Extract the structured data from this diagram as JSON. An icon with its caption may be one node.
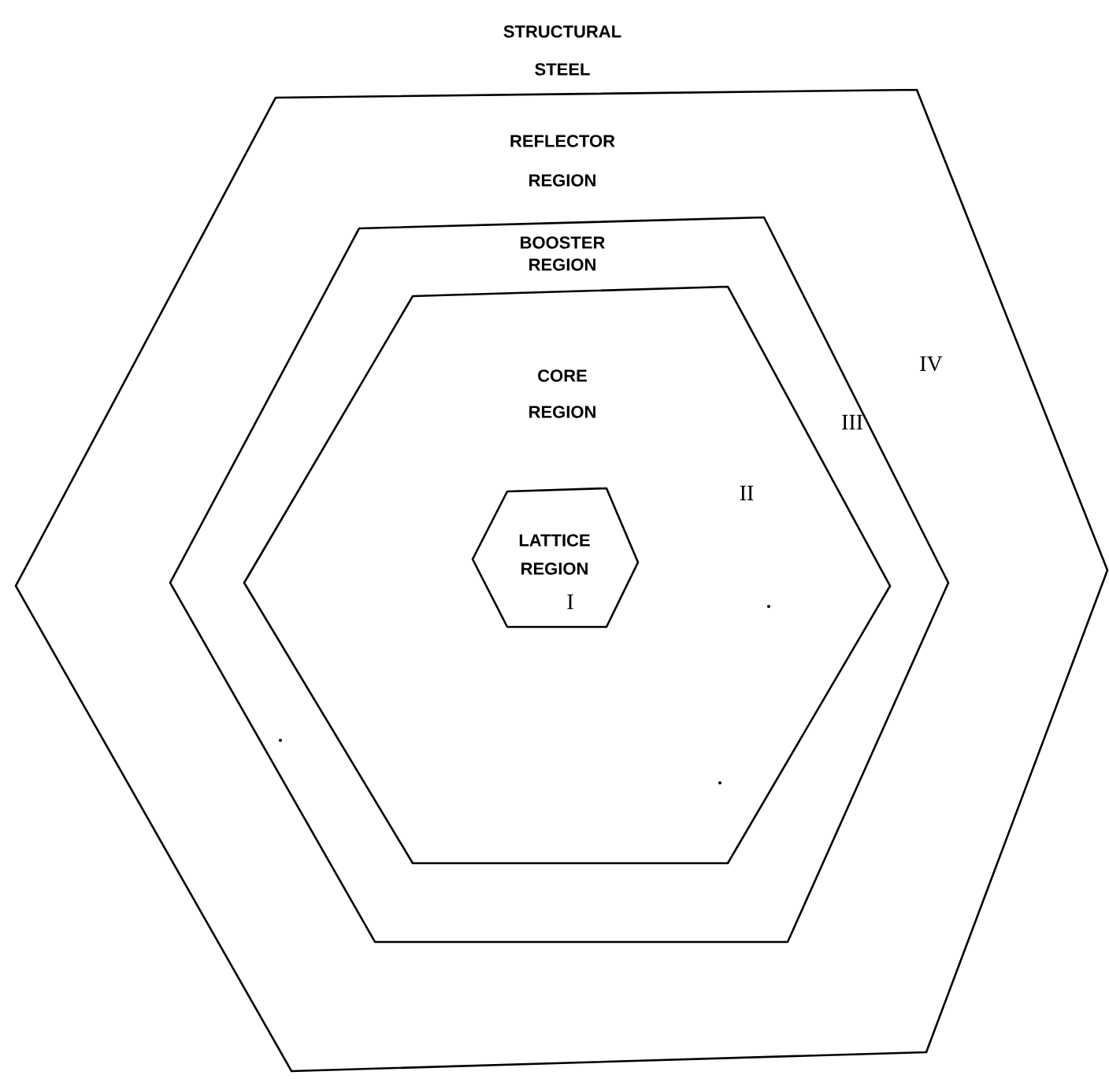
{
  "diagram": {
    "nodes": [
      {
        "text": [
          "REFLECTOR REGION",
          "IV"
        ],
        "beside": [
          "STRUCTURAL STEEL"
        ]
      },
      {
        "text": [
          "BOOSTER REGION",
          "III"
        ],
        "in": 0
      },
      {
        "text": [
          "CORE REGION",
          "II"
        ],
        "in": 1
      },
      {
        "text": [
          "LATTICE REGION",
          "I"
        ],
        "in": 2
      }
    ]
  }
}
